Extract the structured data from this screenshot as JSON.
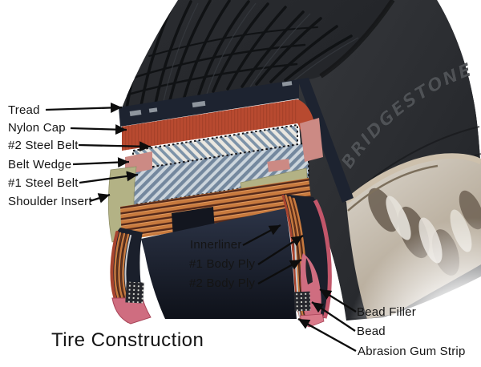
{
  "title": "Tire Construction",
  "sidewall_brand": "BRIDGESTONE",
  "labels": {
    "tread": "Tread",
    "nylon_cap": "Nylon Cap",
    "steel_belt_2": "#2 Steel Belt",
    "belt_wedge": "Belt Wedge",
    "steel_belt_1": "#1 Steel Belt",
    "shoulder_insert": "Shoulder Insert",
    "innerliner": "Innerliner",
    "body_ply_1": "#1 Body Ply",
    "body_ply_2": "#2 Body Ply",
    "bead_filler": "Bead Filler",
    "bead": "Bead",
    "abrasion_gum_strip": "Abrasion Gum Strip"
  },
  "colors": {
    "nylon_cap_red": "#b84a30",
    "steel_belt_2_hatch": "#7d93a8",
    "steel_belt_1_hatch": "#74889e",
    "belt_wedge_pink": "#cc8a84",
    "shoulder_insert_olive": "#b3b285",
    "body_ply_orange": "#c87a3e",
    "innerliner_navy": "#161a24",
    "bead_filler_pink": "#cf6d80",
    "abrasion_gum_pink": "#d97a8a",
    "label_text": "#141414"
  }
}
